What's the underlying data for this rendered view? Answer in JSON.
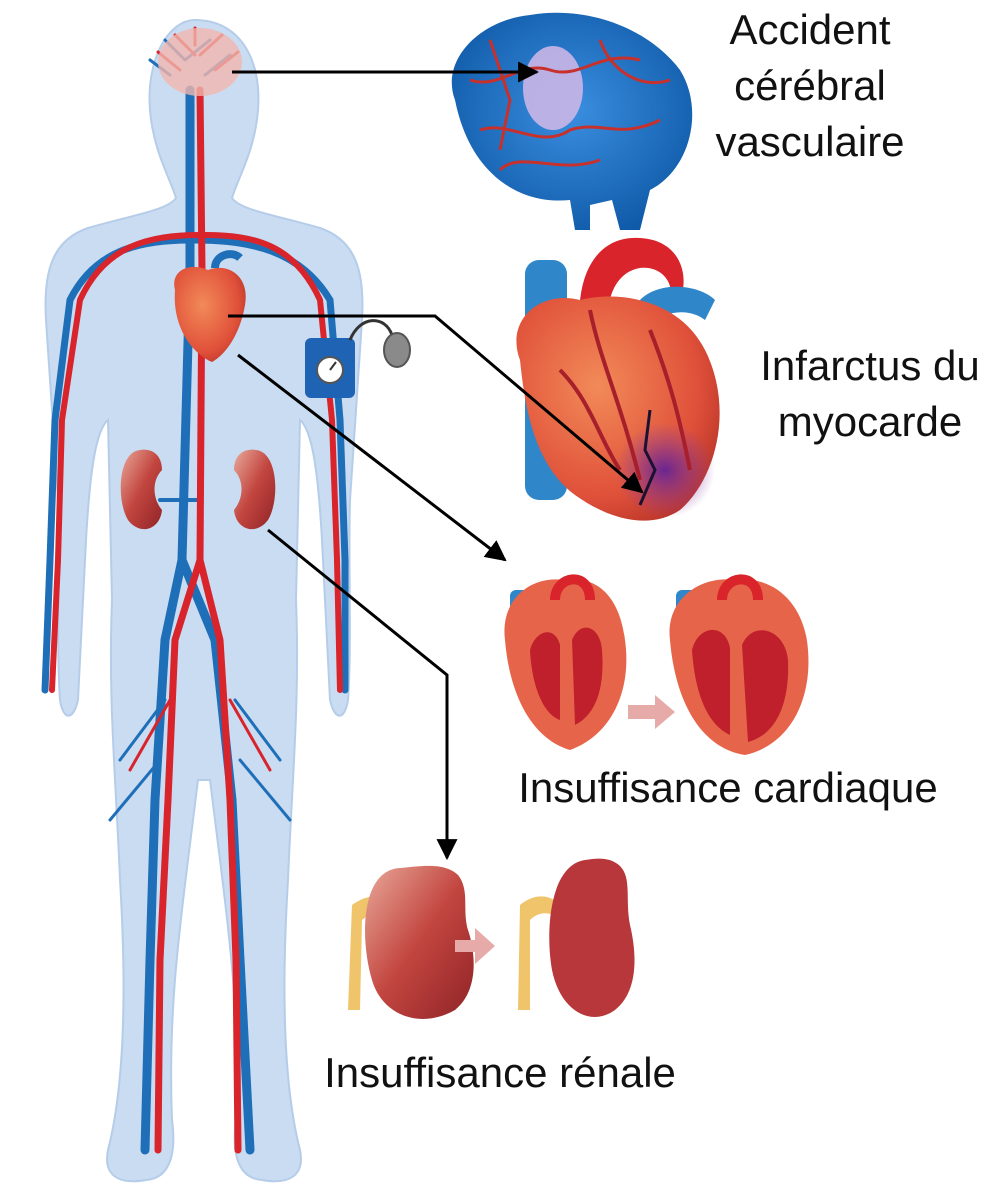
{
  "labels": {
    "stroke": [
      "Accident",
      "cérébral",
      "vasculaire"
    ],
    "myocardial_infarction": [
      "Infarctus du",
      "myocarde"
    ],
    "heart_failure": "Insuffisance cardiaque",
    "renal_failure": "Insuffisance rénale"
  },
  "colors": {
    "artery": "#d8242a",
    "vein": "#1f6fb8",
    "body": "#c9dcf2",
    "brain": "#1d6fc2",
    "heart": "#e2573a",
    "infarct": "#7b2f95",
    "kidney": "#b8373a",
    "ureter": "#f0c46a",
    "arrow": "#000000"
  },
  "icons": [
    "human-body",
    "brain",
    "heart",
    "heart-cross-section",
    "kidney",
    "blood-pressure-monitor"
  ]
}
